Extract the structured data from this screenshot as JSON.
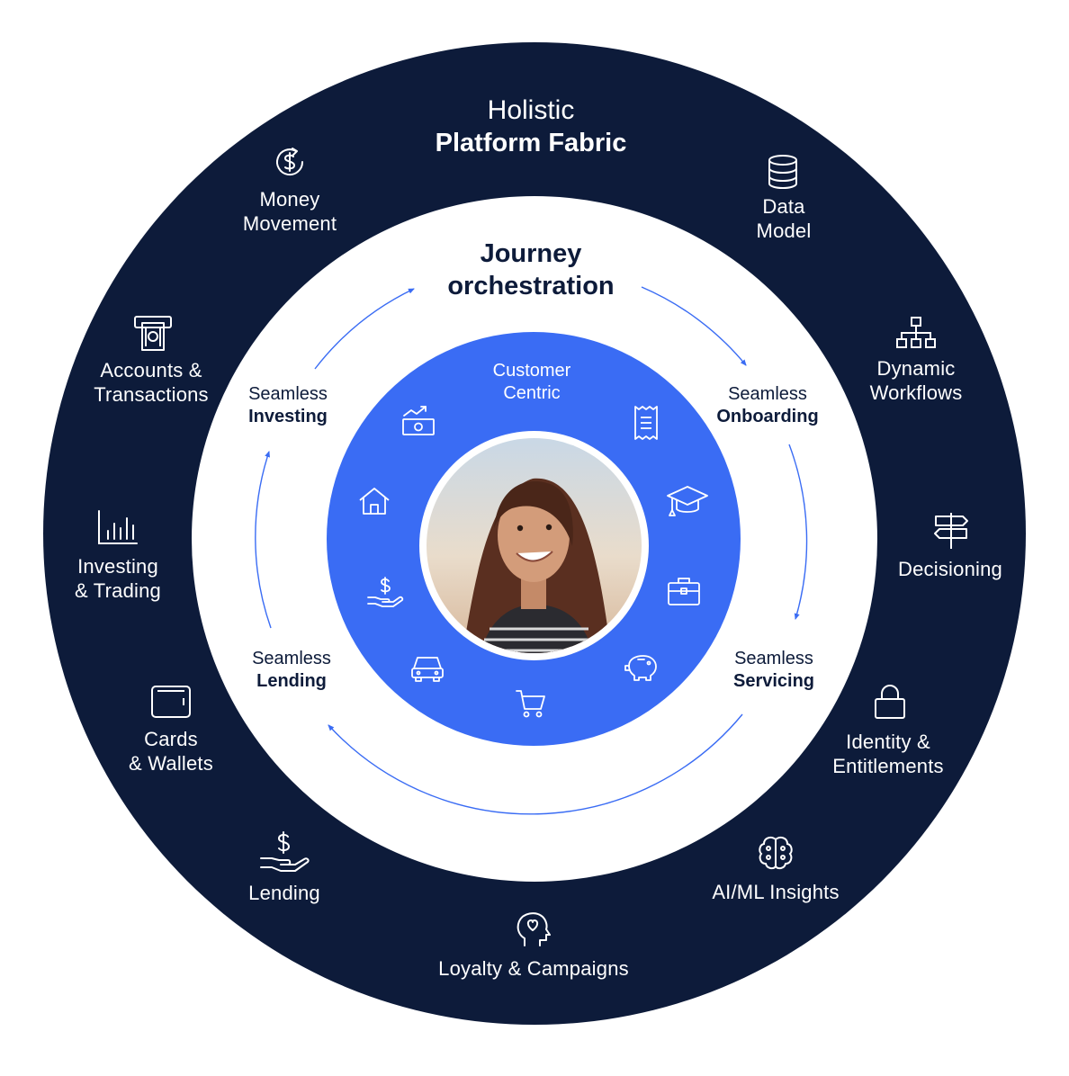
{
  "outer": {
    "title_line1": "Holistic",
    "title_line2": "Platform Fabric",
    "items": [
      {
        "line1": "Money",
        "line2": "Movement",
        "icon": "money-movement-icon"
      },
      {
        "line1": "Data",
        "line2": "Model",
        "icon": "database-icon"
      },
      {
        "line1": "Accounts &",
        "line2": "Transactions",
        "icon": "atm-icon"
      },
      {
        "line1": "Dynamic",
        "line2": "Workflows",
        "icon": "workflow-icon"
      },
      {
        "line1": "Investing",
        "line2": "& Trading",
        "icon": "bar-chart-icon"
      },
      {
        "line1": "Decisioning",
        "line2": "",
        "icon": "signpost-icon"
      },
      {
        "line1": "Cards",
        "line2": "& Wallets",
        "icon": "wallet-icon"
      },
      {
        "line1": "Identity &",
        "line2": "Entitlements",
        "icon": "lock-icon"
      },
      {
        "line1": "Lending",
        "line2": "",
        "icon": "hand-dollar-icon"
      },
      {
        "line1": "AI/ML Insights",
        "line2": "",
        "icon": "brain-icon"
      },
      {
        "line1": "Loyalty & Campaigns",
        "line2": "",
        "icon": "head-heart-icon"
      }
    ]
  },
  "middle": {
    "title_line1": "Journey",
    "title_line2": "orchestration",
    "stages": [
      {
        "light": "Seamless",
        "bold": "Investing"
      },
      {
        "light": "Seamless",
        "bold": "Onboarding"
      },
      {
        "light": "Seamless",
        "bold": "Lending"
      },
      {
        "light": "Seamless",
        "bold": "Servicing"
      }
    ]
  },
  "inner": {
    "label_line1": "Customer",
    "label_line2": "Centric",
    "icons": [
      "money-growth-icon",
      "receipt-icon",
      "graduation-cap-icon",
      "briefcase-icon",
      "piggy-bank-icon",
      "shopping-cart-icon",
      "car-icon",
      "hand-dollar-icon",
      "house-icon"
    ]
  },
  "colors": {
    "outer_ring": "#0d1b3a",
    "inner_ring": "#3a6cf4",
    "arrows": "#3a6cf4"
  }
}
